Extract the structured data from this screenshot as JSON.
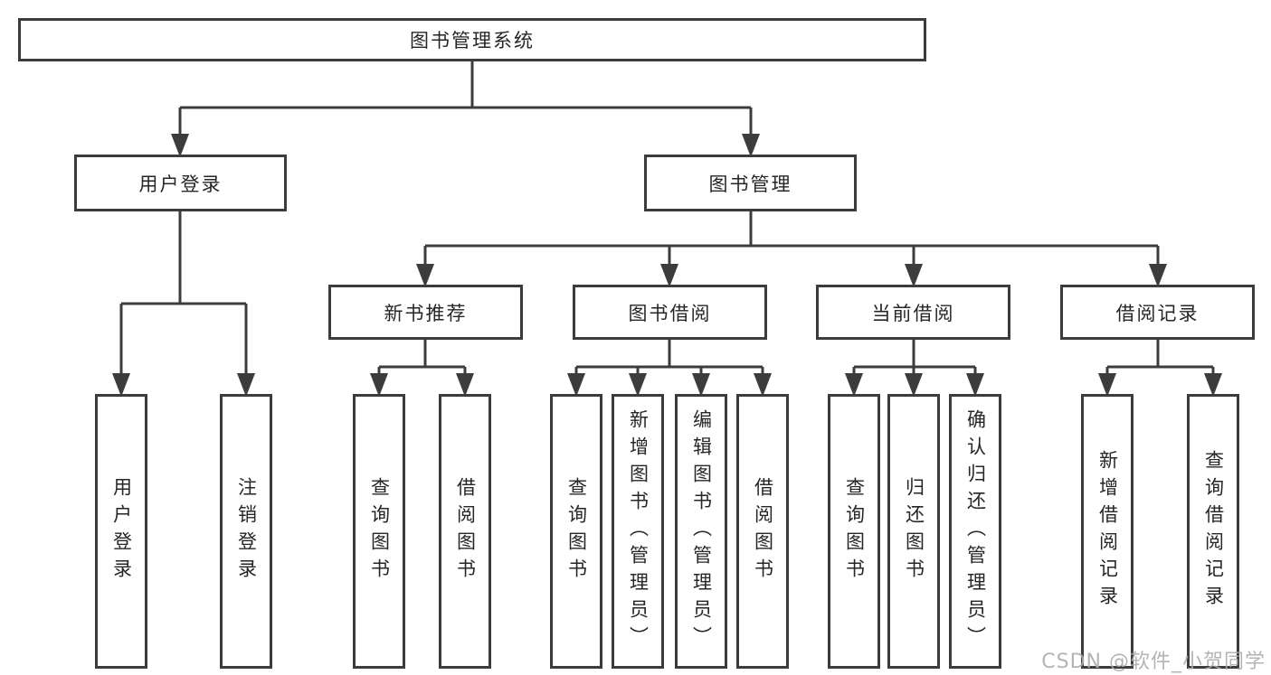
{
  "nodes": {
    "root": "图书管理系统",
    "level2": [
      "用户登录",
      "图书管理"
    ],
    "level3": [
      "新书推荐",
      "图书借阅",
      "当前借阅",
      "借阅记录"
    ],
    "leaves": {
      "user_login": [
        "用户登录",
        "注销登录"
      ],
      "new_books": [
        "查询图书",
        "借阅图书"
      ],
      "book_borrow": [
        "查询图书",
        "新增图书（管理员）",
        "编辑图书（管理员）",
        "借阅图书"
      ],
      "current_borrow": [
        "查询图书",
        "归还图书",
        "确认归还（管理员）"
      ],
      "borrow_records": [
        "新增借阅记录",
        "查询借阅记录"
      ]
    }
  },
  "watermark": "CSDN @软件_小贺同学",
  "colors": {
    "line": "#3c3c3c",
    "text": "#262626",
    "background": "#ffffff",
    "watermark": "#acacac"
  }
}
